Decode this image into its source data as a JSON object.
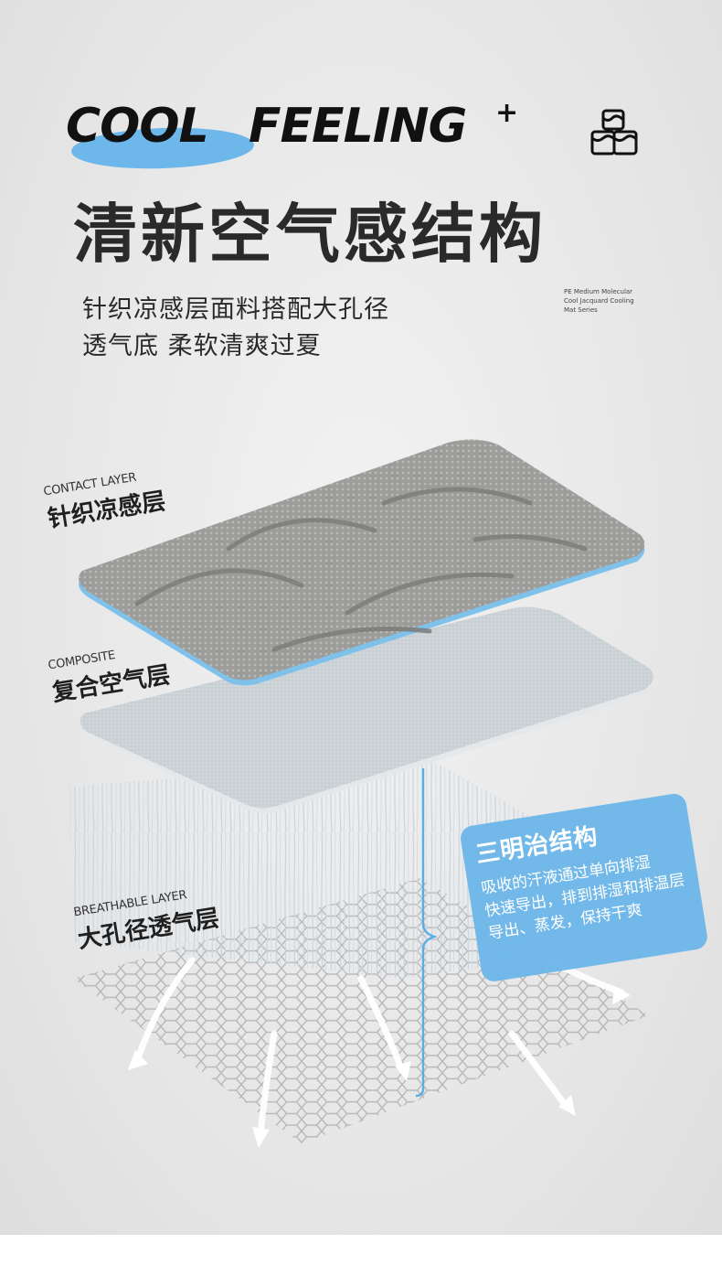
{
  "headline": {
    "word1": "COOL",
    "word2": "FEELING",
    "plus": "+"
  },
  "icons": {
    "ice": "ice-cube-icon",
    "brace": "bracket-icon",
    "arrow": "airflow-arrow-icon"
  },
  "title": "清新空气感结构",
  "subtitle": {
    "line1": "针织凉感层面料搭配大孔径",
    "line2": "透气底 柔软清爽过夏"
  },
  "series_note": {
    "line1": "PE Medium Molecular",
    "line2": "Cool Jacquard Cooling",
    "line3": "Mat Series"
  },
  "layers": [
    {
      "en": "CONTACT LAYER",
      "cn": "针织凉感层"
    },
    {
      "en": "COMPOSITE",
      "cn": "复合空气层"
    },
    {
      "en": "BREATHABLE LAYER",
      "cn": "大孔径透气层"
    }
  ],
  "callout": {
    "title": "三明治结构",
    "line1": "吸收的汗液通过单向排湿",
    "line2": "快速导出，排到排湿和排温层",
    "line3": "导出、蒸发，保持干爽"
  },
  "colors": {
    "accent_blue": "#66b4ea",
    "text_dark": "#1a1a1a",
    "top_layer": "#9a9a98",
    "middle_layer": "#c9d1d6",
    "background": "#ebebeb"
  }
}
